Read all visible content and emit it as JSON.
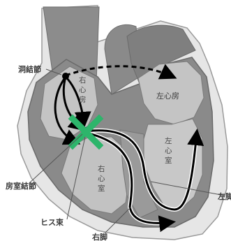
{
  "diagram": {
    "labels": {
      "sa_node": "洞結節",
      "right_atrium": [
        "右",
        "心",
        "房"
      ],
      "left_atrium": "左心房",
      "left_ventricle": [
        "左",
        "心",
        "室"
      ],
      "right_ventricle": [
        "右",
        "心",
        "室"
      ],
      "av_node": "房室結節",
      "his_bundle": "ヒス束",
      "left_bundle": "左脚",
      "right_bundle": "右脚"
    },
    "colors": {
      "heart_fill": "#8a8a8a",
      "chamber_fill": "#c4c4c4",
      "pericardium_fill": "#e6e6e6",
      "pathway": "#000000",
      "block_mark": "#2db56b"
    },
    "block_icon": "x-mark-icon"
  }
}
